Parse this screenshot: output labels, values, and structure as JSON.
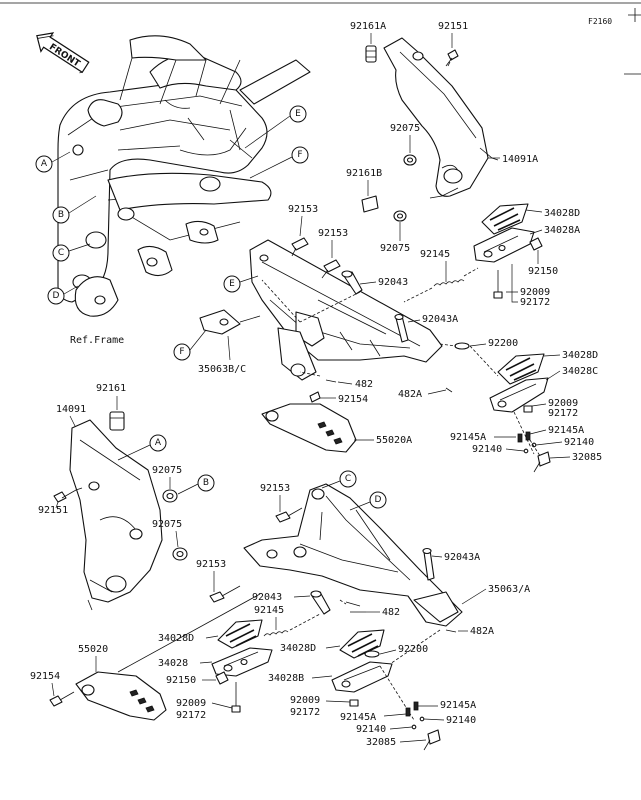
{
  "figure_id": "F2160",
  "front_label": "FRONT",
  "ref_frame_label": "Ref.Frame",
  "callouts": [
    "A",
    "B",
    "C",
    "D",
    "E",
    "F"
  ],
  "labels": {
    "p_92161A": "92161A",
    "p_92151_top": "92151",
    "p_92075_top": "92075",
    "p_14091A": "14091A",
    "p_92161B": "92161B",
    "p_92153_a": "92153",
    "p_92153_b": "92153",
    "p_92075_mid": "92075",
    "p_34028D_top": "34028D",
    "p_34028A": "34028A",
    "p_92145_top": "92145",
    "p_92150_top": "92150",
    "p_92043_top": "92043",
    "p_92009_top": "92009",
    "p_92172_top": "92172",
    "p_92043A_top": "92043A",
    "p_92200_top": "92200",
    "p_35063BC": "35063B/C",
    "p_482_top": "482",
    "p_482A_top": "482A",
    "p_92154_top": "92154",
    "p_34028D_r": "34028D",
    "p_34028C": "34028C",
    "p_92009_r": "92009",
    "p_92172_r": "92172",
    "p_55020A": "55020A",
    "p_92145A_r": "92145A",
    "p_92140_r1": "92140",
    "p_92140_r2": "92140",
    "p_92145A_l": "92145A",
    "p_32085_top": "32085",
    "p_92161": "92161",
    "p_14091": "14091",
    "p_92075_b1": "92075",
    "p_92151_b": "92151",
    "p_92153_c": "92153",
    "p_92075_b2": "92075",
    "p_92153_d": "92153",
    "p_92043A_b": "92043A",
    "p_92043_b": "92043",
    "p_35063A": "35063/A",
    "p_92145_b": "92145",
    "p_482_b": "482",
    "p_482A_b": "482A",
    "p_55020": "55020",
    "p_34028D_bl": "34028D",
    "p_34028D_bm": "34028D",
    "p_92200_b": "92200",
    "p_34028": "34028",
    "p_92150_b": "92150",
    "p_92154_b": "92154",
    "p_34028B": "34028B",
    "p_92009_b1": "92009",
    "p_92172_b1": "92172",
    "p_92009_b2": "92009",
    "p_92172_b2": "92172",
    "p_92145A_b1": "92145A",
    "p_92145A_b2": "92145A",
    "p_92140_b1": "92140",
    "p_92140_b2": "92140",
    "p_32085_b": "32085"
  }
}
